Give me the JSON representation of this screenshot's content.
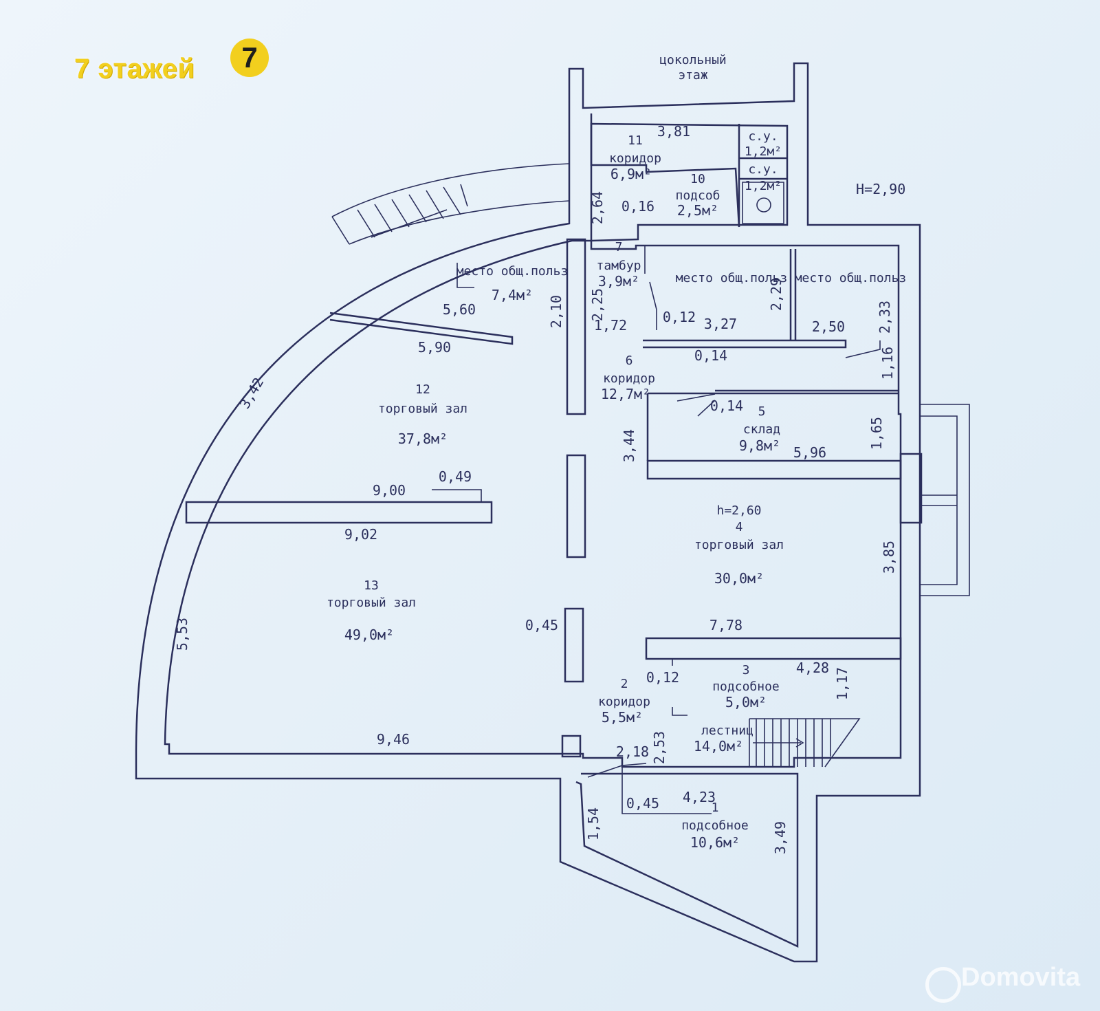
{
  "brand": {
    "text": "7 этажей",
    "logo_glyph": "7"
  },
  "watermark": "Domovita",
  "header": {
    "line1": "цокольный",
    "line2": "этаж"
  },
  "height_main": "H=2,90",
  "rooms": [
    {
      "id": "r11",
      "number": "11",
      "name": "коридор",
      "area": "6,9м²"
    },
    {
      "id": "r10",
      "number": "10",
      "name": "подсоб",
      "area": "2,5м²"
    },
    {
      "id": "su1",
      "number": "",
      "name": "с.у.",
      "area": "1,2м²"
    },
    {
      "id": "su2",
      "number": "",
      "name": "с.у.",
      "area": "1,2м²"
    },
    {
      "id": "r7",
      "number": "7",
      "name": "тамбур",
      "area": "3,9м²"
    },
    {
      "id": "mop1",
      "number": "",
      "name": "место общ.польз",
      "area": "7,4м²"
    },
    {
      "id": "mop2",
      "number": "",
      "name": "место общ.польз",
      "area": ""
    },
    {
      "id": "mop3",
      "number": "",
      "name": "место общ.польз",
      "area": ""
    },
    {
      "id": "r6",
      "number": "6",
      "name": "коридор",
      "area": "12,7м²"
    },
    {
      "id": "r12",
      "number": "12",
      "name": "торговый зал",
      "area": "37,8м²"
    },
    {
      "id": "r5",
      "number": "5",
      "name": "склад",
      "area": "9,8м²"
    },
    {
      "id": "r4",
      "number": "4",
      "name": "торговый зал",
      "area": "30,0м²"
    },
    {
      "id": "r13",
      "number": "13",
      "name": "торговый зал",
      "area": "49,0м²"
    },
    {
      "id": "r3",
      "number": "3",
      "name": "подсобное",
      "area": "5,0м²"
    },
    {
      "id": "r2",
      "number": "2",
      "name": "коридор",
      "area": "5,5м²"
    },
    {
      "id": "rst",
      "number": "",
      "name": "лестниц",
      "area": "14,0м²"
    },
    {
      "id": "r1",
      "number": "1",
      "name": "подсобное",
      "area": "10,6м²"
    }
  ],
  "room4_height": "h=2,60",
  "dimensions": [
    "3,81",
    "2,64",
    "0,16",
    "5,60",
    "5,90",
    "2,10",
    "2,25",
    "1,72",
    "0,12",
    "3,27",
    "2,29",
    "2,50",
    "2,33",
    "0,14",
    "1,16",
    "3,42",
    "0,14",
    "3,44",
    "5,96",
    "1,65",
    "9,00",
    "0,49",
    "9,02",
    "3,85",
    "5,53",
    "0,45",
    "7,78",
    "0,12",
    "4,28",
    "1,17",
    "9,46",
    "2,18",
    "2,53",
    "0,45",
    "4,23",
    "1,54",
    "3,49"
  ]
}
